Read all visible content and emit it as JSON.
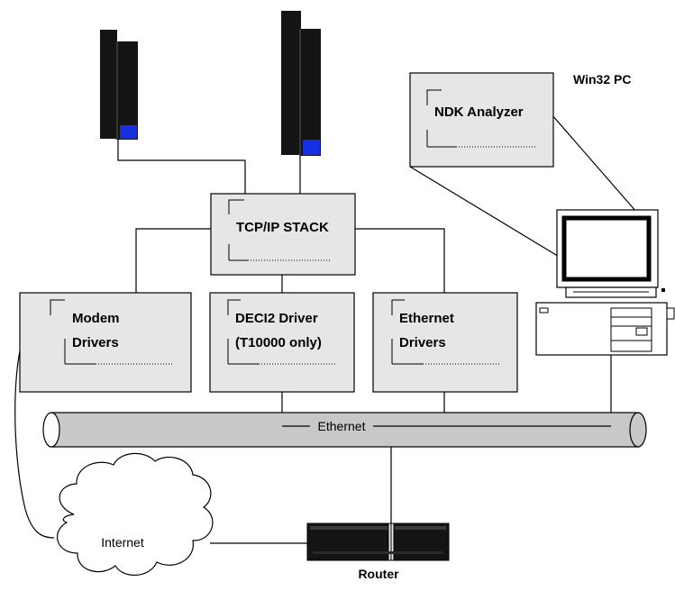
{
  "diagram": {
    "tcp_stack": {
      "label": "TCP/IP STACK"
    },
    "modem": {
      "line1": "Modem",
      "line2": "Drivers"
    },
    "deci2": {
      "line1": "DECI2 Driver",
      "line2": "(T10000 only)"
    },
    "ethernet_drivers": {
      "line1": "Ethernet",
      "line2": "Drivers"
    },
    "analyzer": {
      "label": "NDK Analyzer"
    },
    "pc": {
      "label": "Win32 PC"
    },
    "ethernet_bus": {
      "label": "Ethernet"
    },
    "internet": {
      "label": "Internet"
    },
    "router": {
      "label": "Router"
    }
  },
  "colors": {
    "box_fill": "#e6e6e6",
    "tube_fill": "#c8c8c8",
    "indicator_blue": "#1430e0",
    "tower_black": "#141414",
    "line": "#000000"
  }
}
